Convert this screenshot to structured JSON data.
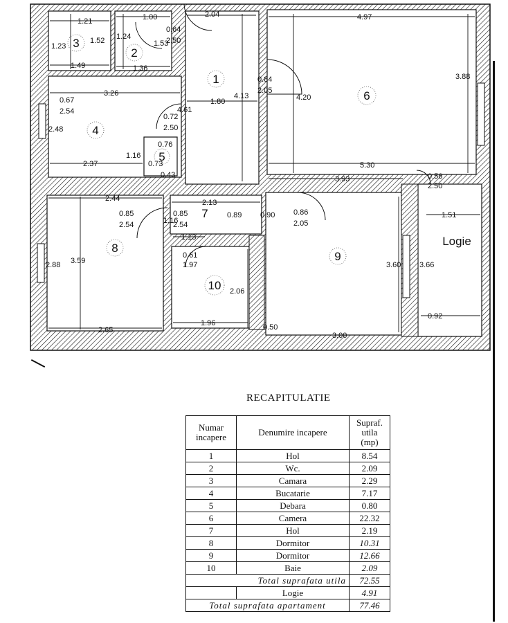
{
  "rooms": [
    {
      "key": "1",
      "label": "1"
    },
    {
      "key": "2",
      "label": "2"
    },
    {
      "key": "3",
      "label": "3"
    },
    {
      "key": "4",
      "label": "4"
    },
    {
      "key": "5",
      "label": "5"
    },
    {
      "key": "6",
      "label": "6"
    },
    {
      "key": "7",
      "label": "7"
    },
    {
      "key": "8",
      "label": "8"
    },
    {
      "key": "9",
      "label": "9"
    },
    {
      "key": "10",
      "label": "10"
    },
    {
      "key": "logie",
      "label": "Logie"
    }
  ],
  "dimensions": [
    "1.21",
    "1.00",
    "2.04",
    "4.97",
    "1.23",
    "1.52",
    "1.24",
    "1.53",
    "0.64",
    "2.50",
    "1.49",
    "1.36",
    "0.67",
    "2.54",
    "3.26",
    "1.80",
    "4.13",
    "4.20",
    "3.88",
    "0.84",
    "2.05",
    "4.61",
    "0.72",
    "2.50",
    "2.48",
    "0.76",
    "1.16",
    "0.73",
    "0.43",
    "2.37",
    "5.30",
    "3.93",
    "0.56",
    "2.50",
    "2.44",
    "2.13",
    "0.85",
    "2.54",
    "0.85",
    "2.54",
    "0.89",
    "0.90",
    "0.86",
    "2.05",
    "1.51",
    "1.16",
    "1.13",
    "0.61",
    "1.97",
    "2.88",
    "3.59",
    "2.06",
    "3.60",
    "3.66",
    "2.65",
    "1.96",
    "0.50",
    "3.00",
    "0.92"
  ],
  "recap": {
    "title": "RECAPITULATIE",
    "headers": {
      "num": "Numar incapere",
      "name": "Denumire incapere",
      "area": "Supraf. utila (mp)"
    },
    "rows": [
      {
        "num": "1",
        "name": "Hol",
        "area": "8.54"
      },
      {
        "num": "2",
        "name": "Wc.",
        "area": "2.09"
      },
      {
        "num": "3",
        "name": "Camara",
        "area": "2.29"
      },
      {
        "num": "4",
        "name": "Bucatarie",
        "area": "7.17"
      },
      {
        "num": "5",
        "name": "Debara",
        "area": "0.80"
      },
      {
        "num": "6",
        "name": "Camera",
        "area": "22.32"
      },
      {
        "num": "7",
        "name": "Hol",
        "area": "2.19"
      },
      {
        "num": "8",
        "name": "Dormitor",
        "area": "10.31"
      },
      {
        "num": "9",
        "name": "Dormitor",
        "area": "12.66"
      },
      {
        "num": "10",
        "name": "Baie",
        "area": "2.09"
      }
    ],
    "total_util_label": "Total suprafata utila",
    "total_util_value": "72.55",
    "logie_label": "Logie",
    "logie_value": "4.91",
    "total_ap_label": "Total suprafata apartament",
    "total_ap_value": "77.46"
  }
}
